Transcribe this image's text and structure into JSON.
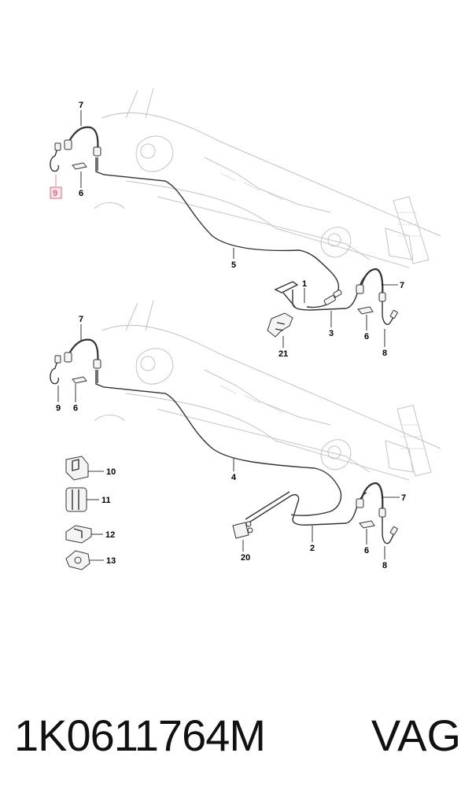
{
  "callouts": {
    "top": {
      "c1": "1",
      "c3": "3",
      "c5": "5",
      "c6a": "6",
      "c6b": "6",
      "c7a": "7",
      "c7b": "7",
      "c8": "8",
      "c9": "9",
      "c21": "21"
    },
    "bottom": {
      "c2": "2",
      "c4": "4",
      "c6a": "6",
      "c6b": "6",
      "c7a": "7",
      "c7b": "7",
      "c8": "8",
      "c9": "9",
      "c10": "10",
      "c11": "11",
      "c12": "12",
      "c13": "13",
      "c20": "20"
    }
  },
  "highlight": {
    "part": "9",
    "color": "#e4647a"
  },
  "footer": {
    "part_number": "1K0611764M",
    "brand": "VAG"
  }
}
